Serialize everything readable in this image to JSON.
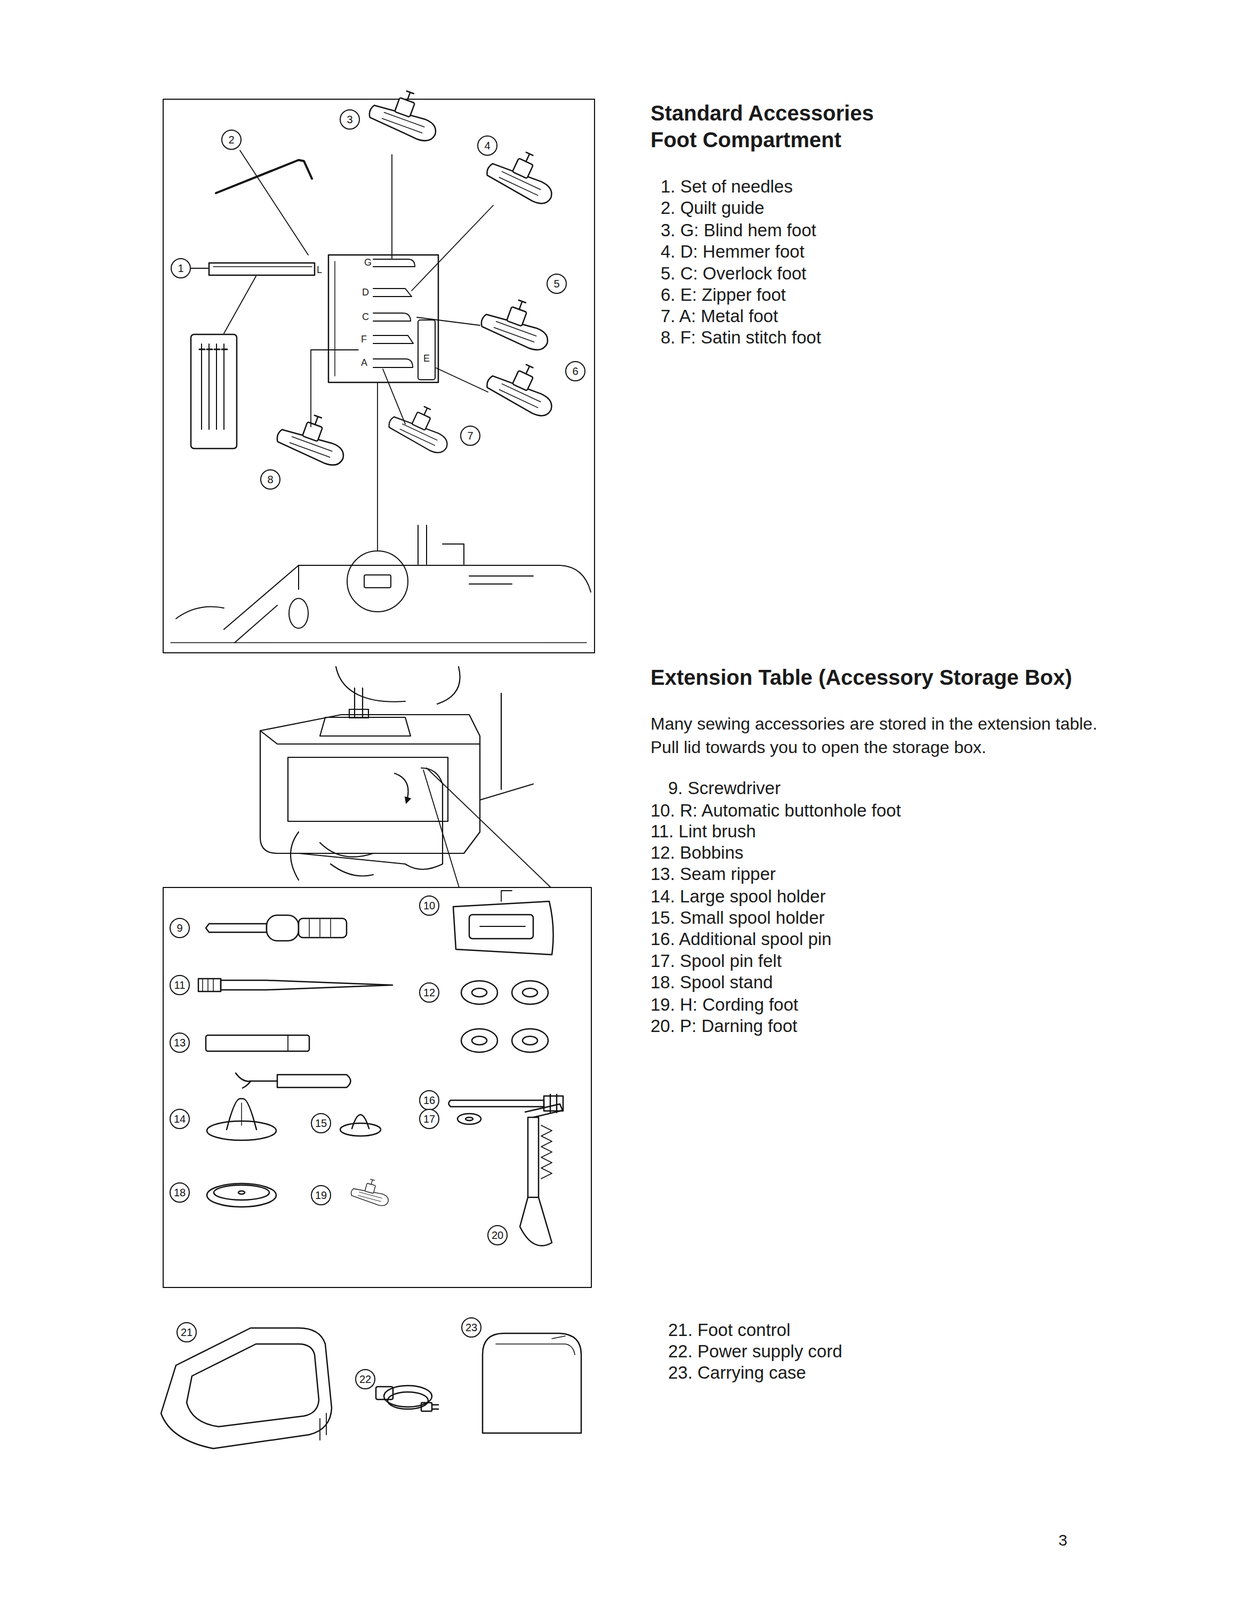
{
  "diagram": {
    "nodes": [
      {
        "text": [
          "1"
        ]
      },
      {
        "text": [
          "2"
        ]
      },
      {
        "text": [
          "3"
        ]
      },
      {
        "text": [
          "4"
        ]
      },
      {
        "text": [
          "5"
        ]
      },
      {
        "text": [
          "6"
        ]
      },
      {
        "text": [
          "7"
        ]
      },
      {
        "text": [
          "8"
        ]
      },
      {
        "text": [
          "9"
        ]
      },
      {
        "text": [
          "10"
        ]
      },
      {
        "text": [
          "11"
        ]
      },
      {
        "text": [
          "12"
        ]
      },
      {
        "text": [
          "13"
        ]
      },
      {
        "text": [
          "14"
        ]
      },
      {
        "text": [
          "15"
        ]
      },
      {
        "text": [
          "16"
        ]
      },
      {
        "text": [
          "17"
        ]
      },
      {
        "text": [
          "18"
        ]
      },
      {
        "text": [
          "19"
        ]
      },
      {
        "text": [
          "20"
        ]
      },
      {
        "text": [
          "21"
        ]
      },
      {
        "text": [
          "22"
        ]
      },
      {
        "text": [
          "23"
        ]
      }
    ],
    "labels": [
      "Standard Accessories",
      "Foot Compartment",
      "1. Set of needles",
      "2. Quilt guide",
      "3. G: Blind hem foot",
      "4. D: Hemmer foot",
      "5. C: Overlock foot",
      "6. E: Zipper foot",
      "7. A: Metal foot",
      "8. F: Satin stitch foot",
      "Extension Table (Accessory Storage Box)",
      "Many sewing accessories are stored in the extension table. Pull lid towards you to open the storage box.",
      "9. Screwdriver",
      "10. R: Automatic buttonhole foot",
      "11. Lint brush",
      "12. Bobbins",
      "13. Seam ripper",
      "14. Large spool holder",
      "15. Small spool holder",
      "16. Additional spool pin",
      "17. Spool pin felt",
      "18. Spool stand",
      "19. H: Cording foot",
      "20. P: Darning foot",
      "21. Foot control",
      "22. Power supply cord",
      "23. Carrying case",
      "L",
      "G",
      "D",
      "C",
      "F",
      "A",
      "E",
      "3"
    ]
  }
}
